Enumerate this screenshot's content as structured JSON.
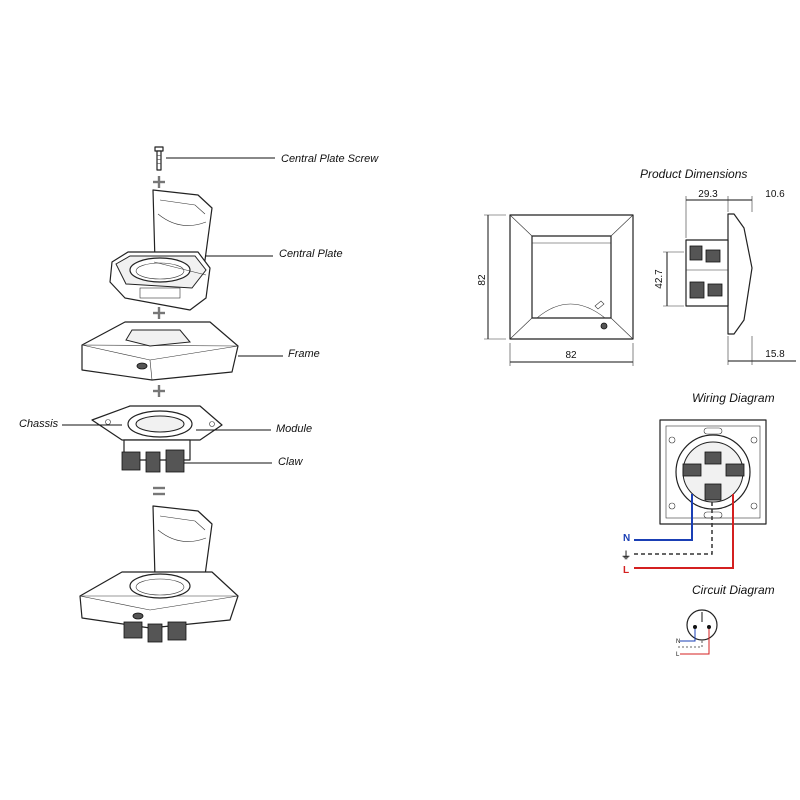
{
  "exploded_view": {
    "labels": {
      "screw": "Central Plate Screw",
      "central_plate": "Central Plate",
      "frame": "Frame",
      "chassis": "Chassis",
      "module": "Module",
      "claw": "Claw"
    }
  },
  "product_dimensions": {
    "title": "Product Dimensions",
    "front_width": "82",
    "front_height": "82",
    "side_depth_back": "29.3",
    "side_depth_plate": "10.6",
    "side_height": "42.7",
    "side_depth_front": "15.8"
  },
  "wiring_diagram": {
    "title": "Wiring Diagram",
    "neutral_label": "N",
    "live_label": "L",
    "earth_symbol": "⏚"
  },
  "circuit_diagram": {
    "title": "Circuit Diagram",
    "neutral_label": "N",
    "live_label": "L"
  },
  "colors": {
    "neutral_wire": "#1a3fb5",
    "live_wire": "#d42020",
    "earth_wire": "#333333"
  }
}
